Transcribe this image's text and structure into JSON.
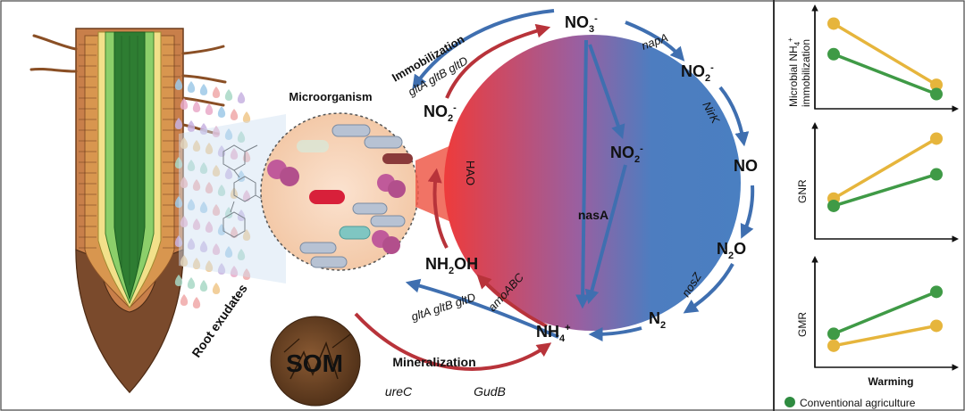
{
  "labels": {
    "microorganism": "Microorganism",
    "root_exudates": "Root exudates",
    "som": "SOM",
    "mineralization": "Mineralization",
    "immobilization": "Immobilization"
  },
  "species": {
    "no3": "NO",
    "no3_sub": "3",
    "no3_sup": "-",
    "no2": "NO",
    "no2_sub": "2",
    "no2_sup": "-",
    "no2_left": "NO",
    "no2_left_sub": "2",
    "no2_left_sup": "-",
    "no2_inner": "NO",
    "no2_inner_sub": "2",
    "no2_inner_sup": "-",
    "no": "NO",
    "n2o": "N",
    "n2o_sub": "2",
    "n2o_tail": "O",
    "n2": "N",
    "n2_sub": "2",
    "nh4": "NH",
    "nh4_sub": "4",
    "nh4_sup": "+",
    "nh2oh": "NH",
    "nh2oh_sub": "2",
    "nh2oh_tail": "OH"
  },
  "genes": {
    "napA": "napA",
    "nirK": "NirK",
    "nosZ": "nosZ",
    "hao": "HAO",
    "nasA": "nasA",
    "amoABC": "amoABC",
    "glt_top": "gltA gltB gltD",
    "glt_bottom": "gltA gltB gltD",
    "ureC": "ureC",
    "gudB": "GudB"
  },
  "panels": [
    {
      "ylabel_line1": "Microbial NH",
      "ylabel_sub": "4",
      "ylabel_sup": "+",
      "ylabel_line2": "immobilization",
      "series": [
        {
          "color": "#e6b53c",
          "values": [
            0.88,
            0.22
          ]
        },
        {
          "color": "#3f9a46",
          "values": [
            0.55,
            0.12
          ]
        }
      ]
    },
    {
      "ylabel": "GNR",
      "series": [
        {
          "color": "#e6b53c",
          "values": [
            0.35,
            0.92
          ]
        },
        {
          "color": "#3f9a46",
          "values": [
            0.28,
            0.58
          ]
        }
      ]
    },
    {
      "ylabel": "GMR",
      "series": [
        {
          "color": "#3f9a46",
          "values": [
            0.3,
            0.72
          ]
        },
        {
          "color": "#e6b53c",
          "values": [
            0.18,
            0.38
          ]
        }
      ]
    }
  ],
  "xlabel": "Warming",
  "legend": {
    "label": "Conventional agriculture",
    "color": "#2e8b40"
  },
  "colors": {
    "red": "#b8333a",
    "blue": "#3f6fb0",
    "circle_red": "#e8323a",
    "circle_blue": "#4a7fc1"
  }
}
